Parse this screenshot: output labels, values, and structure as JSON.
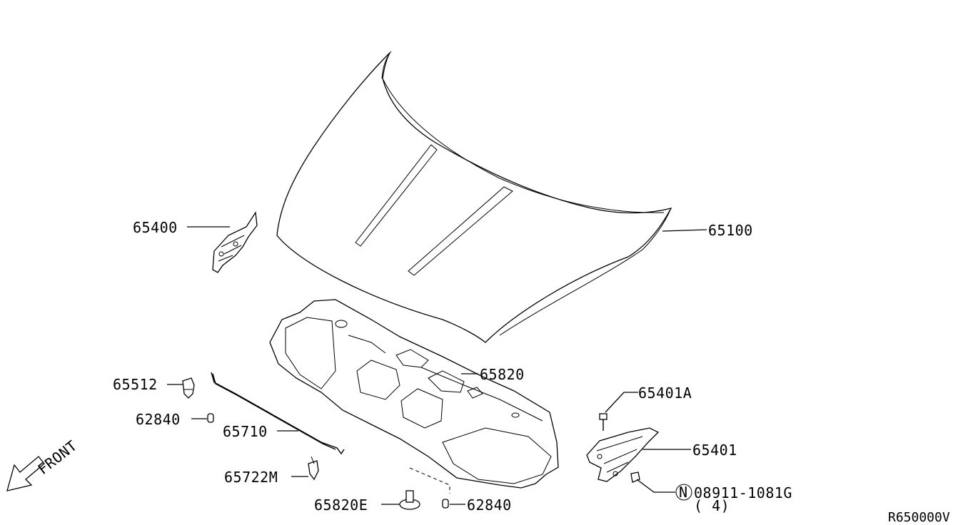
{
  "diagram_code": "R650000V",
  "front_indicator": "FRONT",
  "parts": {
    "p65100": "65100",
    "p65400": "65400",
    "p65820": "65820",
    "p65512": "65512",
    "p62840_left": "62840",
    "p65710": "65710",
    "p65722M": "65722M",
    "p65820E": "65820E",
    "p62840_bottom": "62840",
    "p65401A": "65401A",
    "p65401": "65401",
    "p08911": "08911-1081G",
    "p08911_qty": "( 4)",
    "p08911_prefix": "N"
  }
}
